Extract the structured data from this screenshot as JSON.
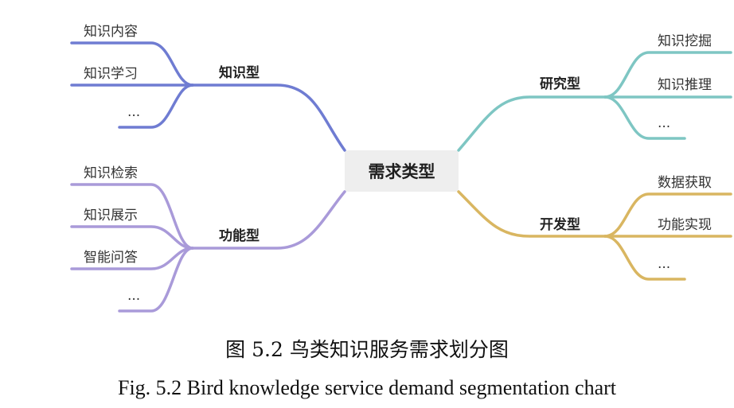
{
  "diagram": {
    "root": "需求类型",
    "colors": {
      "knowledge": "#6f7cd2",
      "function": "#a99ad9",
      "research": "#7ec6c3",
      "development": "#d9b661"
    },
    "left": [
      {
        "key": "knowledge",
        "label": "知识型",
        "leaves": [
          "知识内容",
          "知识学习",
          "..."
        ]
      },
      {
        "key": "function",
        "label": "功能型",
        "leaves": [
          "知识检索",
          "知识展示",
          "智能问答",
          "..."
        ]
      }
    ],
    "right": [
      {
        "key": "research",
        "label": "研究型",
        "leaves": [
          "知识挖掘",
          "知识推理",
          "..."
        ]
      },
      {
        "key": "development",
        "label": "开发型",
        "leaves": [
          "数据获取",
          "功能实现",
          "..."
        ]
      }
    ]
  },
  "caption": {
    "zh": "图 5.2 鸟类知识服务需求划分图",
    "en": "Fig. 5.2 Bird knowledge service demand segmentation chart"
  }
}
